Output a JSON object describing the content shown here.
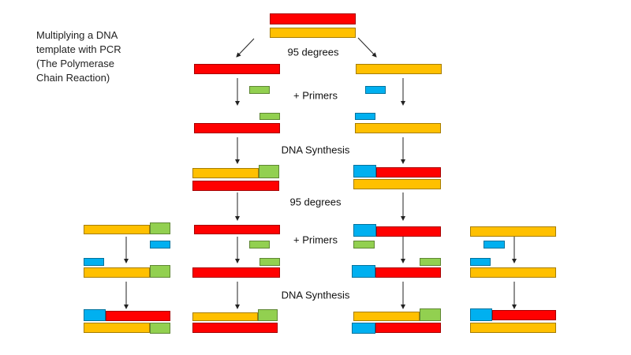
{
  "title_lines": [
    "Multiplying a DNA",
    "template with PCR",
    "(The Polymerase",
    "Chain Reaction)"
  ],
  "steps": {
    "denature_1": "95 degrees",
    "primers_1": "+ Primers",
    "synthesis_1": "DNA Synthesis",
    "denature_2": "95 degrees",
    "primers_2": "+ Primers",
    "synthesis_2": "DNA Synthesis"
  },
  "colors": {
    "red_strand": "#ff0000",
    "orange_strand": "#ffc000",
    "green_primer": "#92d050",
    "blue_primer": "#00b0f0",
    "arrow": "#222222"
  }
}
